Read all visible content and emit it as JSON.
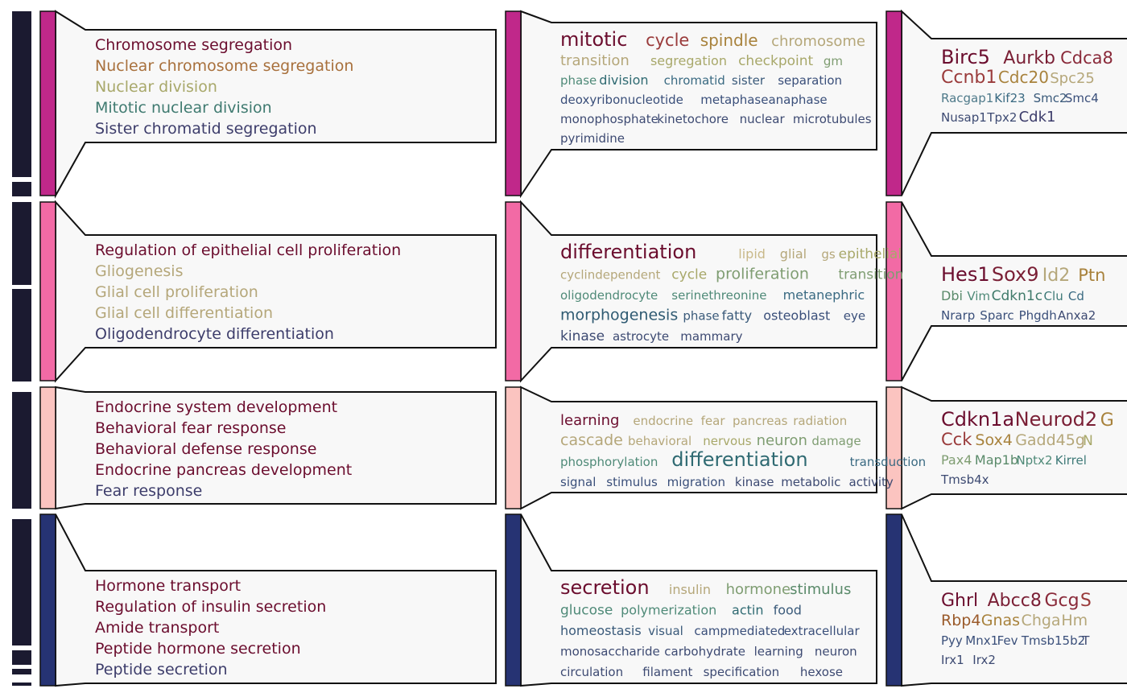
{
  "figure": {
    "colors": {
      "dendro_bar": "#1b1a30",
      "panel_fill": "#f8f8f8",
      "panel_stroke": "#111111",
      "text_scale": [
        "#6b0d2e",
        "#9a3b3b",
        "#a8823c",
        "#b5a77a",
        "#7f9d72",
        "#4f8a78",
        "#2f6a72",
        "#3a4f7a",
        "#3d3d6b"
      ]
    },
    "clusters": [
      {
        "id": "cluster-1",
        "color": "#c0288a",
        "terms": [
          {
            "text": "Chromosome segregation",
            "color": "#6b0d2e"
          },
          {
            "text": "Nuclear chromosome segregation",
            "color": "#a8703c"
          },
          {
            "text": "Nuclear division",
            "color": "#a8a86a"
          },
          {
            "text": "Mitotic nuclear division",
            "color": "#3f7a70"
          },
          {
            "text": "Sister chromatid segregation",
            "color": "#3d3d6b"
          }
        ],
        "keywords": [
          [
            {
              "w": "mitotic",
              "c": "#6b0d2e",
              "s": 24
            },
            {
              "w": "cycle",
              "c": "#9a3b3b",
              "s": 21
            },
            {
              "w": "spindle",
              "c": "#a8823c",
              "s": 20
            },
            {
              "w": "chromosome",
              "c": "#b5a77a",
              "s": 18
            }
          ],
          [
            {
              "w": "transition",
              "c": "#b5a77a",
              "s": 18
            },
            {
              "w": "segregation",
              "c": "#a8a86a",
              "s": 16
            },
            {
              "w": "checkpoint",
              "c": "#a8a86a",
              "s": 17
            },
            {
              "w": "gm",
              "c": "#7f9d72",
              "s": 15
            }
          ],
          [
            {
              "w": "phase",
              "c": "#4f8a78",
              "s": 15
            },
            {
              "w": "division",
              "c": "#2f6a72",
              "s": 16
            },
            {
              "w": "chromatid",
              "c": "#3a6a82",
              "s": 15
            },
            {
              "w": "sister",
              "c": "#3a5a7a",
              "s": 15
            },
            {
              "w": "separation",
              "c": "#3a4f7a",
              "s": 15
            }
          ],
          [
            {
              "w": "deoxyribonucleotide",
              "c": "#3a4f7a",
              "s": 15
            },
            {
              "w": "metaphaseanaphase",
              "c": "#3a4f7a",
              "s": 15
            }
          ],
          [
            {
              "w": "monophosphate",
              "c": "#3d4a72",
              "s": 15
            },
            {
              "w": "kinetochore",
              "c": "#3d4a72",
              "s": 15
            },
            {
              "w": "nuclear",
              "c": "#3d4a72",
              "s": 15
            },
            {
              "w": "microtubules",
              "c": "#3d4a72",
              "s": 15
            }
          ],
          [
            {
              "w": "pyrimidine",
              "c": "#3d4a72",
              "s": 15
            }
          ]
        ],
        "genes": [
          [
            {
              "w": "Birc5",
              "c": "#6b0d2e",
              "s": 24
            },
            {
              "w": "Aurkb",
              "c": "#7a1f35",
              "s": 22
            },
            {
              "w": "Cdca8",
              "c": "#8a2a3a",
              "s": 21
            }
          ],
          [
            {
              "w": "Ccnb1",
              "c": "#9a3b3b",
              "s": 22
            },
            {
              "w": "Cdc20",
              "c": "#a8823c",
              "s": 20
            },
            {
              "w": "Spc25",
              "c": "#b5a77a",
              "s": 18
            }
          ],
          [
            {
              "w": "Racgap1",
              "c": "#4f7a8a",
              "s": 15
            },
            {
              "w": "Kif23",
              "c": "#3a6a82",
              "s": 15
            },
            {
              "w": "Smc2",
              "c": "#3a5a7a",
              "s": 15
            },
            {
              "w": "Smc4",
              "c": "#3a4f7a",
              "s": 15
            }
          ],
          [
            {
              "w": "Nusap1",
              "c": "#3d4a72",
              "s": 15
            },
            {
              "w": "Tpx2",
              "c": "#3d4a72",
              "s": 15
            },
            {
              "w": "Cdk1",
              "c": "#3d3d6b",
              "s": 18
            }
          ]
        ]
      },
      {
        "id": "cluster-2",
        "color": "#f26aa5",
        "terms": [
          {
            "text": "Regulation of epithelial cell proliferation",
            "color": "#6b0d2e"
          },
          {
            "text": "Gliogenesis",
            "color": "#b5a77a"
          },
          {
            "text": "Glial cell proliferation",
            "color": "#b5a77a"
          },
          {
            "text": "Glial cell differentiation",
            "color": "#b5a77a"
          },
          {
            "text": "Oligodendrocyte differentiation",
            "color": "#3d3d6b"
          }
        ],
        "keywords": [
          [
            {
              "w": "differentiation",
              "c": "#6b0d2e",
              "s": 24
            },
            {
              "w": "lipid",
              "c": "#c9b98a",
              "s": 16
            },
            {
              "w": "glial",
              "c": "#b5a77a",
              "s": 16
            },
            {
              "w": "gs",
              "c": "#b5a77a",
              "s": 15
            },
            {
              "w": "epithelial",
              "c": "#a8a86a",
              "s": 17
            }
          ],
          [
            {
              "w": "cyclindependent",
              "c": "#b5a77a",
              "s": 15
            },
            {
              "w": "cycle",
              "c": "#a8a86a",
              "s": 17
            },
            {
              "w": "proliferation",
              "c": "#7f9d72",
              "s": 19
            },
            {
              "w": "transition",
              "c": "#7f9d72",
              "s": 17
            }
          ],
          [
            {
              "w": "oligodendrocyte",
              "c": "#4f8a78",
              "s": 15
            },
            {
              "w": "serinethreonine",
              "c": "#4f8a78",
              "s": 15
            },
            {
              "w": "metanephric",
              "c": "#3a6a82",
              "s": 16
            }
          ],
          [
            {
              "w": "morphogenesis",
              "c": "#2f5a72",
              "s": 19
            },
            {
              "w": "phase",
              "c": "#3a5a7a",
              "s": 15
            },
            {
              "w": "fatty",
              "c": "#3a5a7a",
              "s": 16
            },
            {
              "w": "osteoblast",
              "c": "#3a4f7a",
              "s": 16
            },
            {
              "w": "eye",
              "c": "#3a4f7a",
              "s": 15
            }
          ],
          [
            {
              "w": "kinase",
              "c": "#3d4a72",
              "s": 17
            },
            {
              "w": "astrocyte",
              "c": "#3d4a72",
              "s": 15
            },
            {
              "w": "mammary",
              "c": "#3d4a72",
              "s": 15
            }
          ]
        ],
        "genes": [
          [
            {
              "w": "Hes1",
              "c": "#6b0d2e",
              "s": 24
            },
            {
              "w": "Sox9",
              "c": "#7a1f35",
              "s": 24
            },
            {
              "w": "Id2",
              "c": "#b5a77a",
              "s": 22
            },
            {
              "w": "Ptn",
              "c": "#a8823c",
              "s": 21
            }
          ],
          [
            {
              "w": "Dbi",
              "c": "#5a8a6a",
              "s": 16
            },
            {
              "w": "Vim",
              "c": "#4f8a78",
              "s": 15
            },
            {
              "w": "Cdkn1c",
              "c": "#3f7a6a",
              "s": 17
            },
            {
              "w": "Clu",
              "c": "#3f7a78",
              "s": 15
            },
            {
              "w": "Cd",
              "c": "#3a6a82",
              "s": 15
            }
          ],
          [
            {
              "w": "Nrarp",
              "c": "#3a4f7a",
              "s": 15
            },
            {
              "w": "Sparc",
              "c": "#3a4f7a",
              "s": 15
            },
            {
              "w": "Phgdh",
              "c": "#3a4f7a",
              "s": 15
            },
            {
              "w": "Anxa2",
              "c": "#3d4a72",
              "s": 15
            }
          ]
        ]
      },
      {
        "id": "cluster-3",
        "color": "#fbc4c0",
        "terms": [
          {
            "text": "Endocrine system development",
            "color": "#6b0d2e"
          },
          {
            "text": "Behavioral fear response",
            "color": "#6b0d2e"
          },
          {
            "text": "Behavioral defense response",
            "color": "#6b0d2e"
          },
          {
            "text": "Endocrine pancreas development",
            "color": "#6b0d2e"
          },
          {
            "text": "Fear response",
            "color": "#3d3d6b"
          }
        ],
        "keywords": [
          [
            {
              "w": "learning",
              "c": "#6b0d2e",
              "s": 18
            },
            {
              "w": "endocrine",
              "c": "#b5a77a",
              "s": 15
            },
            {
              "w": "fear",
              "c": "#b5a77a",
              "s": 15
            },
            {
              "w": "pancreas",
              "c": "#b5a77a",
              "s": 15
            },
            {
              "w": "radiation",
              "c": "#b5a77a",
              "s": 15
            }
          ],
          [
            {
              "w": "cascade",
              "c": "#b5a77a",
              "s": 19
            },
            {
              "w": "behavioral",
              "c": "#b5a77a",
              "s": 15
            },
            {
              "w": "nervous",
              "c": "#a8a86a",
              "s": 15
            },
            {
              "w": "neuron",
              "c": "#7f9d72",
              "s": 18
            },
            {
              "w": "damage",
              "c": "#7f9d72",
              "s": 15
            }
          ],
          [
            {
              "w": "phosphorylation",
              "c": "#4f8a78",
              "s": 15
            },
            {
              "w": "differentiation",
              "c": "#2f6a72",
              "s": 24
            },
            {
              "w": "transduction",
              "c": "#3a6a82",
              "s": 15
            }
          ],
          [
            {
              "w": "signal",
              "c": "#3a4f7a",
              "s": 15
            },
            {
              "w": "stimulus",
              "c": "#3a4f7a",
              "s": 15
            },
            {
              "w": "migration",
              "c": "#3a4f7a",
              "s": 15
            },
            {
              "w": "kinase",
              "c": "#3d4a72",
              "s": 15
            },
            {
              "w": "metabolic",
              "c": "#3d4a72",
              "s": 15
            },
            {
              "w": "activity",
              "c": "#3d4a72",
              "s": 15
            }
          ]
        ],
        "genes": [
          [
            {
              "w": "Cdkn1a",
              "c": "#6b0d2e",
              "s": 24
            },
            {
              "w": "Neurod2",
              "c": "#7a1f35",
              "s": 24
            },
            {
              "w": "G",
              "c": "#a8823c",
              "s": 22
            }
          ],
          [
            {
              "w": "Cck",
              "c": "#9a3b3b",
              "s": 21
            },
            {
              "w": "Sox4",
              "c": "#a8823c",
              "s": 19
            },
            {
              "w": "Gadd45g",
              "c": "#b5a77a",
              "s": 19
            },
            {
              "w": "N",
              "c": "#a8a86a",
              "s": 17
            }
          ],
          [
            {
              "w": "Pax4",
              "c": "#7f9d72",
              "s": 16
            },
            {
              "w": "Map1b",
              "c": "#5a8a6a",
              "s": 16
            },
            {
              "w": "Nptx2",
              "c": "#4f8a78",
              "s": 15
            },
            {
              "w": "Kirrel",
              "c": "#3f7a78",
              "s": 15
            }
          ],
          [
            {
              "w": "Tmsb4x",
              "c": "#3d4a72",
              "s": 15
            }
          ]
        ]
      },
      {
        "id": "cluster-4",
        "color": "#263373",
        "terms": [
          {
            "text": "Hormone transport",
            "color": "#6b0d2e"
          },
          {
            "text": "Regulation of insulin secretion",
            "color": "#6b0d2e"
          },
          {
            "text": "Amide transport",
            "color": "#6b0d2e"
          },
          {
            "text": "Peptide hormone secretion",
            "color": "#6b0d2e"
          },
          {
            "text": "Peptide secretion",
            "color": "#3d3d6b"
          }
        ],
        "keywords": [
          [
            {
              "w": "secretion",
              "c": "#6b0d2e",
              "s": 24
            },
            {
              "w": "insulin",
              "c": "#b5a77a",
              "s": 16
            },
            {
              "w": "hormone",
              "c": "#7f9d72",
              "s": 18
            },
            {
              "w": "stimulus",
              "c": "#5a8a6a",
              "s": 18
            }
          ],
          [
            {
              "w": "glucose",
              "c": "#4f8a78",
              "s": 17
            },
            {
              "w": "polymerization",
              "c": "#4f8a78",
              "s": 16
            },
            {
              "w": "actin",
              "c": "#2f6a72",
              "s": 16
            },
            {
              "w": "food",
              "c": "#3a5a7a",
              "s": 16
            }
          ],
          [
            {
              "w": "homeostasis",
              "c": "#3a5a7a",
              "s": 16
            },
            {
              "w": "visual",
              "c": "#3a5a7a",
              "s": 15
            },
            {
              "w": "campmediated",
              "c": "#3a4f7a",
              "s": 15
            },
            {
              "w": "extracellular",
              "c": "#3a4f7a",
              "s": 15
            }
          ],
          [
            {
              "w": "monosaccharide",
              "c": "#3d4a72",
              "s": 15
            },
            {
              "w": "carbohydrate",
              "c": "#3d4a72",
              "s": 15
            },
            {
              "w": "learning",
              "c": "#3d4a72",
              "s": 15
            },
            {
              "w": "neuron",
              "c": "#3d4a72",
              "s": 15
            }
          ],
          [
            {
              "w": "circulation",
              "c": "#3d4a72",
              "s": 15
            },
            {
              "w": "filament",
              "c": "#3d4a72",
              "s": 15
            },
            {
              "w": "specification",
              "c": "#3d4a72",
              "s": 15
            },
            {
              "w": "hexose",
              "c": "#3d4a72",
              "s": 15
            }
          ]
        ],
        "genes": [
          [
            {
              "w": "Ghrl",
              "c": "#6b0d2e",
              "s": 22
            },
            {
              "w": "Abcc8",
              "c": "#7a1f35",
              "s": 22
            },
            {
              "w": "Gcg",
              "c": "#8a2a3a",
              "s": 22
            },
            {
              "w": "S",
              "c": "#9a3b3b",
              "s": 22
            }
          ],
          [
            {
              "w": "Rbp4",
              "c": "#9a5a2a",
              "s": 19
            },
            {
              "w": "Gnas",
              "c": "#a8823c",
              "s": 19
            },
            {
              "w": "Chga",
              "c": "#b5a77a",
              "s": 19
            },
            {
              "w": "Hm",
              "c": "#b5a77a",
              "s": 19
            }
          ],
          [
            {
              "w": "Pyy",
              "c": "#3a4f7a",
              "s": 15
            },
            {
              "w": "Mnx1",
              "c": "#3a4f7a",
              "s": 15
            },
            {
              "w": "Fev",
              "c": "#3a4f7a",
              "s": 15
            },
            {
              "w": "Tmsb15b2",
              "c": "#3a4f7a",
              "s": 15
            },
            {
              "w": "T",
              "c": "#3d4a72",
              "s": 15
            }
          ],
          [
            {
              "w": "Irx1",
              "c": "#3d4a72",
              "s": 15
            },
            {
              "w": "Irx2",
              "c": "#3d4a72",
              "s": 15
            }
          ]
        ]
      }
    ]
  }
}
